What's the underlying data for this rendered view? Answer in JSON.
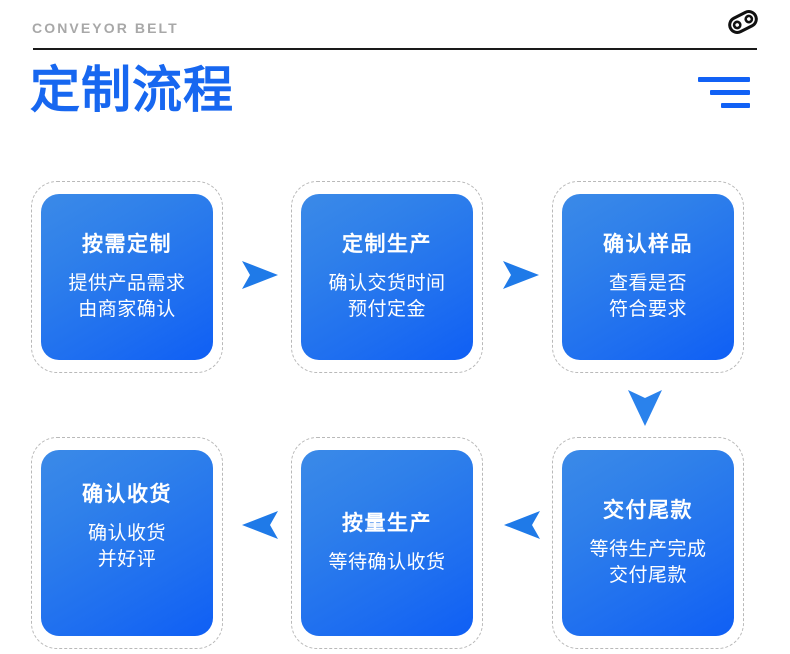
{
  "header": {
    "brand_label": "CONVEYOR BELT",
    "logo_icon": "conveyor-belt-link-icon"
  },
  "title_bar": {
    "title": "定制流程",
    "menu_icon": "stacked-lines-menu-icon"
  },
  "colors": {
    "brand_blue": "#1767f0",
    "card_gradient_start": "#3b8ae8",
    "card_gradient_end": "#0f5ff5",
    "arrow_blue": "#1f7ae8",
    "brand_label_gray": "#a8a8a8",
    "dashed_border_gray": "#b9b9b9",
    "rule_black": "#1a1a1a"
  },
  "flow": {
    "steps": [
      {
        "index": 1,
        "title": "按需定制",
        "desc_lines": [
          "提供产品需求",
          "由商家确认"
        ]
      },
      {
        "index": 2,
        "title": "定制生产",
        "desc_lines": [
          "确认交货时间",
          "预付定金"
        ]
      },
      {
        "index": 3,
        "title": "确认样品",
        "desc_lines": [
          "查看是否",
          "符合要求"
        ]
      },
      {
        "index": 4,
        "title": "确认收货",
        "desc_lines": [
          "确认收货",
          "并好评"
        ]
      },
      {
        "index": 5,
        "title": "按量生产",
        "desc_lines": [
          "等待确认收货"
        ]
      },
      {
        "index": 6,
        "title": "交付尾款",
        "desc_lines": [
          "等待生产完成",
          "交付尾款"
        ]
      }
    ],
    "connectors": [
      {
        "id": 1,
        "icon": "arrow-right-icon",
        "from": 1,
        "to": 2
      },
      {
        "id": 2,
        "icon": "arrow-right-icon",
        "from": 2,
        "to": 3
      },
      {
        "id": 3,
        "icon": "arrow-down-icon",
        "from": 3,
        "to": 6
      },
      {
        "id": 4,
        "icon": "arrow-left-icon",
        "from": 6,
        "to": 5
      },
      {
        "id": 5,
        "icon": "arrow-left-icon",
        "from": 5,
        "to": 4
      }
    ]
  }
}
